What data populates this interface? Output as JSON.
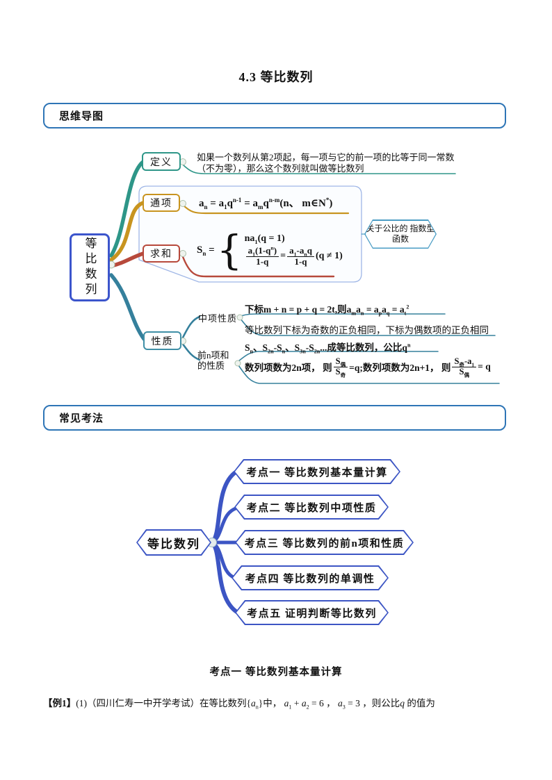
{
  "page_title": "4.3  等比数列",
  "banners": {
    "mindmap": "思维导图",
    "methods": "常见考法"
  },
  "map1": {
    "root": "等比数列",
    "definition": {
      "label": "定义",
      "text": "如果一个数列从第2项起，每一项与它的前一项的比等于同一常数（不为零），那么这个数列就叫做等比数列"
    },
    "general": {
      "label": "通项",
      "formula": "a_{n} = a_{1}q^{n-1} = a_{m}q^{n-m}(n、 m∈N^{*})"
    },
    "sum": {
      "label": "求和",
      "lhs": "S_{n} =",
      "brace": "{",
      "case1": "na_{1}(q = 1)",
      "case2": [
        {
          "frac": {
            "n": "a_{1}(1-q^{n})",
            "d": "1-q"
          }
        },
        {
          "t": " = "
        },
        {
          "frac": {
            "n": "a_{1}-a_{n}q",
            "d": "1-q"
          }
        },
        {
          "t": "(q ≠ 1)"
        }
      ]
    },
    "callout": "关于公比的 指数型函数",
    "property": {
      "label": "性质",
      "mid_label": "中项性质",
      "mid_line1": "下标m + n = p + q = 2t,则a_{m}a_{n} = a_{p}a_{q} = a_{t}^{2}",
      "mid_line2": "等比数列下标为奇数的正负相同，下标为偶数项的正负相同",
      "sum_label_line1": "前n项和",
      "sum_label_line2": "的性质",
      "sum_line1": "S_{n}、S_{2n}-S_{n}、S_{3n}-S_{2n}...成等比数列，公比q^{n}",
      "sum_line2": [
        {
          "t": "数列项数为2n项， 则"
        },
        {
          "frac": {
            "n": "S_{偶}",
            "d": "S_{奇}"
          }
        },
        {
          "t": "=q;数列项数为2n+1， 则"
        },
        {
          "frac": {
            "n": "S_{奇}-a_{1}",
            "d": "S_{偶}"
          }
        },
        {
          "t": " = q"
        }
      ]
    }
  },
  "map2": {
    "root": "等比数列",
    "topics": [
      "考点一  等比数列基本量计算",
      "考点二  等比数列中项性质",
      "考点三  等比数列的前n项和性质",
      "考点四  等比数列的单调性",
      "考点五  证明判断等比数列"
    ]
  },
  "body": {
    "heading": "考点一 等比数列基本量计算",
    "example_tag": "【例1】",
    "example": "(1)（四川仁寿一中开学考试）在等比数列{*{a}_{n}}中， *{a}_{1} + *{a}_{2} = 6 ， *{a}_{3} = 3 ，则公比*{q} 的值为"
  },
  "colors": {
    "banner_border": "#2e75b6",
    "map1_root": "#3c55cc",
    "definition_branch": "#2e9688",
    "general_branch": "#c8941f",
    "sum_branch": "#b7493b",
    "property_branch": "#35809c",
    "boundary": "#9fb6e6",
    "callout_border": "#4a9cc4",
    "map2_branch": "#3c55c4"
  }
}
